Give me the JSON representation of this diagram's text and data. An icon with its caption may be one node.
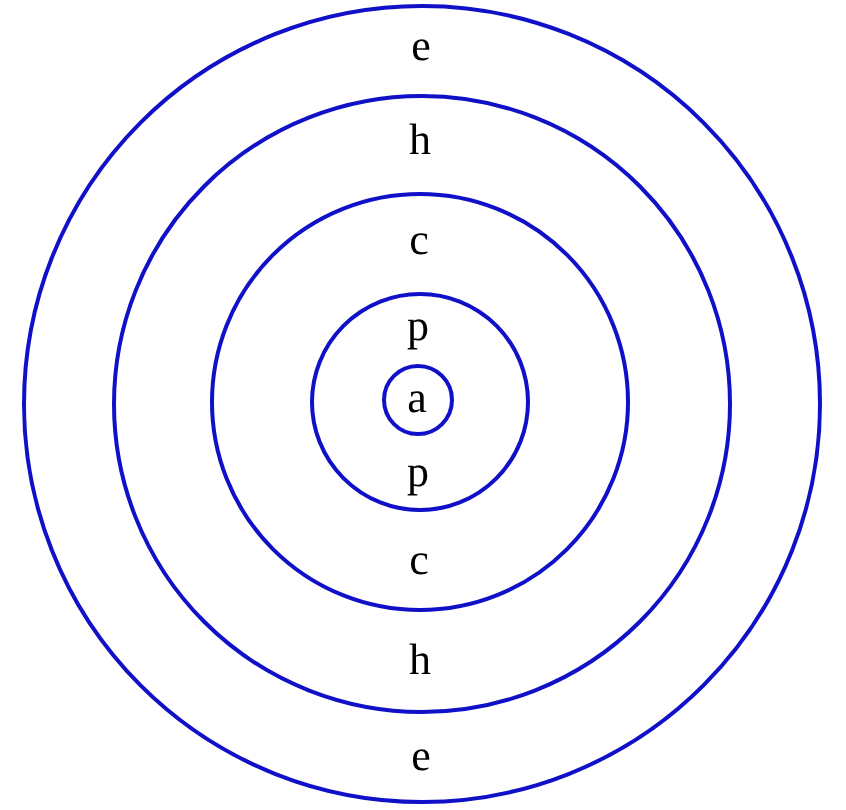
{
  "diagram": {
    "nodes": [
      {
        "text": [
          "e",
          "e"
        ]
      },
      {
        "text": [
          "h",
          "h"
        ],
        "in": 0
      },
      {
        "text": [
          "c",
          "c"
        ],
        "in": 1
      },
      {
        "text": [
          "p",
          "p"
        ],
        "in": 2
      },
      {
        "text": [
          "a"
        ],
        "in": 3
      }
    ]
  }
}
